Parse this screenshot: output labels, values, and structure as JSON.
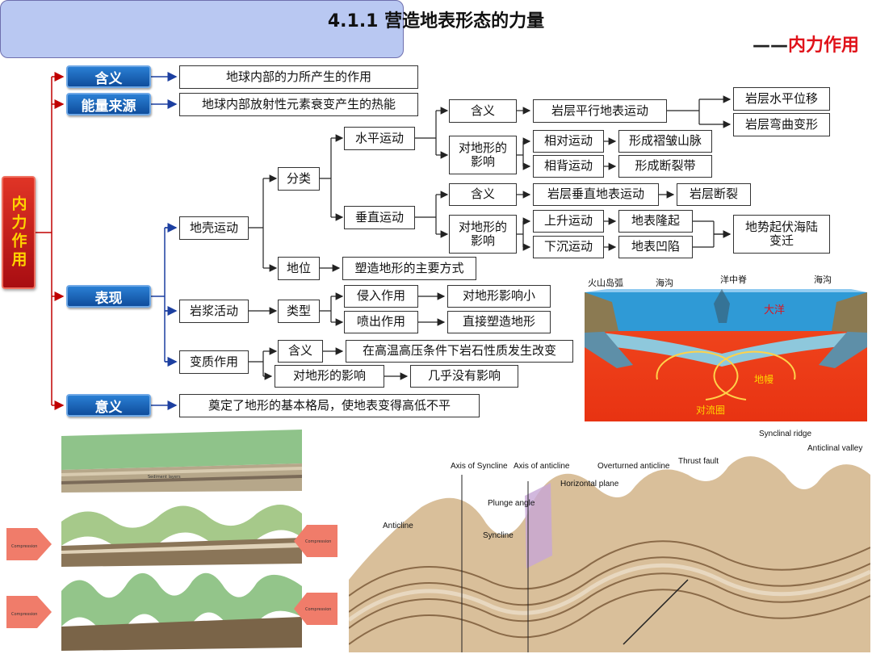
{
  "title": {
    "line1": "4.1.1 营造地表形态的力量",
    "dash": "——",
    "line2": "内力作用"
  },
  "root": "内力作用",
  "nodes": {
    "meaning": "含义",
    "meaning_def": "地球内部的力所产生的作用",
    "energy": "能量来源",
    "energy_def": "地球内部放射性元素衰变产生的热能",
    "manifest": "表现",
    "significance": "意义",
    "significance_def": "奠定了地形的基本格局，使地表变得高低不平",
    "crust": "地壳运动",
    "classify": "分类",
    "horizontal": "水平运动",
    "h_meaning": "含义",
    "h_meaning_def": "岩层平行地表运动",
    "h_res1": "岩层水平位移",
    "h_res2": "岩层弯曲变形",
    "h_effect": "对地形的影响",
    "h_rel1": "相对运动",
    "h_rel1_res": "形成褶皱山脉",
    "h_rel2": "相背运动",
    "h_rel2_res": "形成断裂带",
    "vertical": "垂直运动",
    "v_meaning": "含义",
    "v_meaning_def": "岩层垂直地表运动",
    "v_meaning_res": "岩层断裂",
    "v_effect": "对地形的影响",
    "v_up": "上升运动",
    "v_up_res": "地表隆起",
    "v_down": "下沉运动",
    "v_down_res": "地表凹陷",
    "v_final": "地势起伏海陆变迁",
    "status": "地位",
    "status_def": "塑造地形的主要方式",
    "magma": "岩浆活动",
    "type": "类型",
    "intrusion": "侵入作用",
    "intrusion_res": "对地形影响小",
    "eruption": "喷出作用",
    "eruption_res": "直接塑造地形",
    "metamorphism": "变质作用",
    "m_meaning": "含义",
    "m_meaning_def": "在高温高压条件下岩石性质发生改变",
    "m_effect": "对地形的影响",
    "m_effect_res": "几乎没有影响"
  },
  "plate_diagram": {
    "labels": [
      "火山岛弧",
      "海沟",
      "洋中脊",
      "海沟",
      "大洋",
      "地幔",
      "对流圈"
    ]
  },
  "fold_blocks": {
    "labels": [
      "Sediment layers",
      "Compression",
      "Compression",
      "Compression",
      "Compression"
    ]
  },
  "fold_diagram": {
    "labels": [
      "Axis of Syncline",
      "Axis of anticline",
      "Horizontal plane",
      "Overturned anticline",
      "Thrust fault",
      "Synclinal ridge",
      "Anticlinal valley",
      "Plunge angle",
      "Syncline",
      "Anticline"
    ]
  },
  "colors": {
    "title_bg": "#b9c8f2",
    "title_accent": "#e0121a",
    "node_blue": "#1659b0",
    "root_red": "#c81d1d",
    "root_text": "#ffd400",
    "red_line": "#c00000",
    "blue_line": "#1c3fa0"
  }
}
